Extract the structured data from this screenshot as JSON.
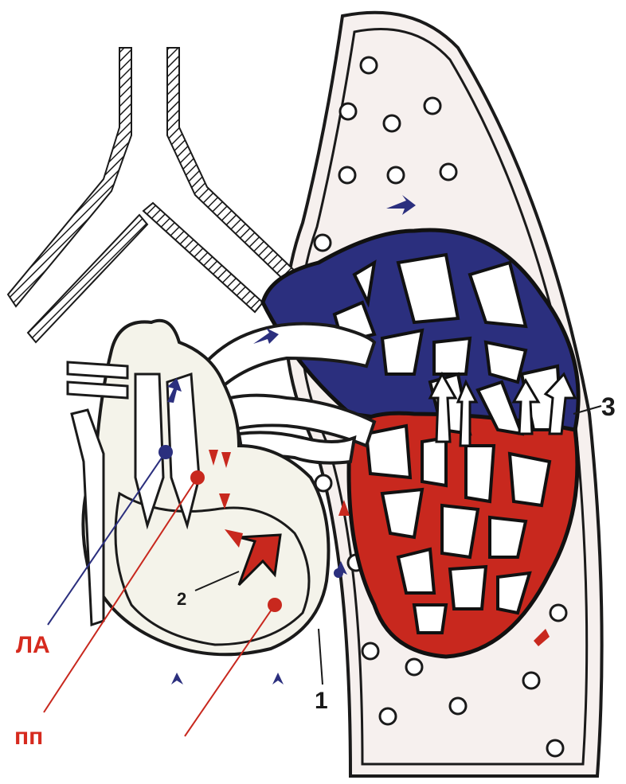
{
  "labels": {
    "la": "ЛА",
    "pp": "пп",
    "one": "1",
    "two": "2",
    "three": "3"
  },
  "colors": {
    "venous": "#2b2f7e",
    "arterial": "#c8281e",
    "label_red": "#d62a1e",
    "outline": "#1a1a1a",
    "lung_fill": "#f6f0ee",
    "heart_fill": "#f4f3ea"
  }
}
